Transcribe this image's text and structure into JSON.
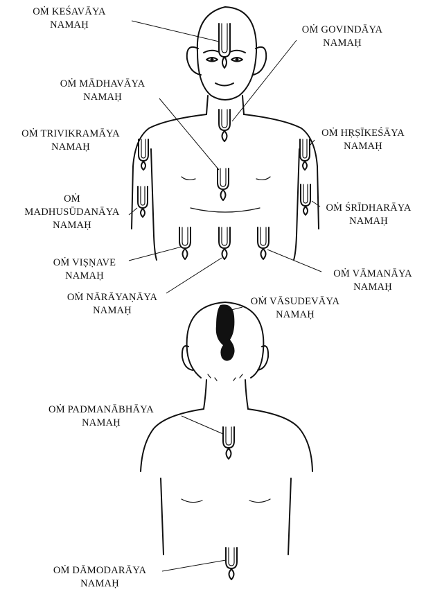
{
  "labels": {
    "kesavaya": {
      "line1": "OṀ KEŚAVĀYA",
      "line2": "NAMAḤ"
    },
    "govindaya": {
      "line1": "OṀ GOVINDĀYA",
      "line2": "NAMAḤ"
    },
    "madhavaya": {
      "line1": "OṀ MĀDHAVĀYA",
      "line2": "NAMAḤ"
    },
    "trivikramaya": {
      "line1": "OṀ TRIVIKRAMĀYA",
      "line2": "NAMAḤ"
    },
    "hrsikesaya": {
      "line1": "OṀ HṚṢĪKEŚĀYA",
      "line2": "NAMAḤ"
    },
    "madhusudanaya": {
      "line1": "OṀ",
      "line2": "MADHUSŪDANĀYA",
      "line3": "NAMAḤ"
    },
    "sridharaya": {
      "line1": "OṀ ŚRĪDHARĀYA",
      "line2": "NAMAḤ"
    },
    "visnave": {
      "line1": "OṀ VIṢṆAVE",
      "line2": "NAMAḤ"
    },
    "vamanaya": {
      "line1": "OṀ VĀMANĀYA",
      "line2": "NAMAḤ"
    },
    "narayanaya": {
      "line1": "OṀ NĀRĀYAṆĀYA",
      "line2": "NAMAḤ"
    },
    "vasudevaya": {
      "line1": "OṀ VĀSUDEVĀYA",
      "line2": "NAMAḤ"
    },
    "padmanabhaya": {
      "line1": "OṀ PADMANĀBHĀYA",
      "line2": "NAMAḤ"
    },
    "damodaraya": {
      "line1": "OṀ DĀMODARĀYA",
      "line2": "NAMAḤ"
    }
  }
}
